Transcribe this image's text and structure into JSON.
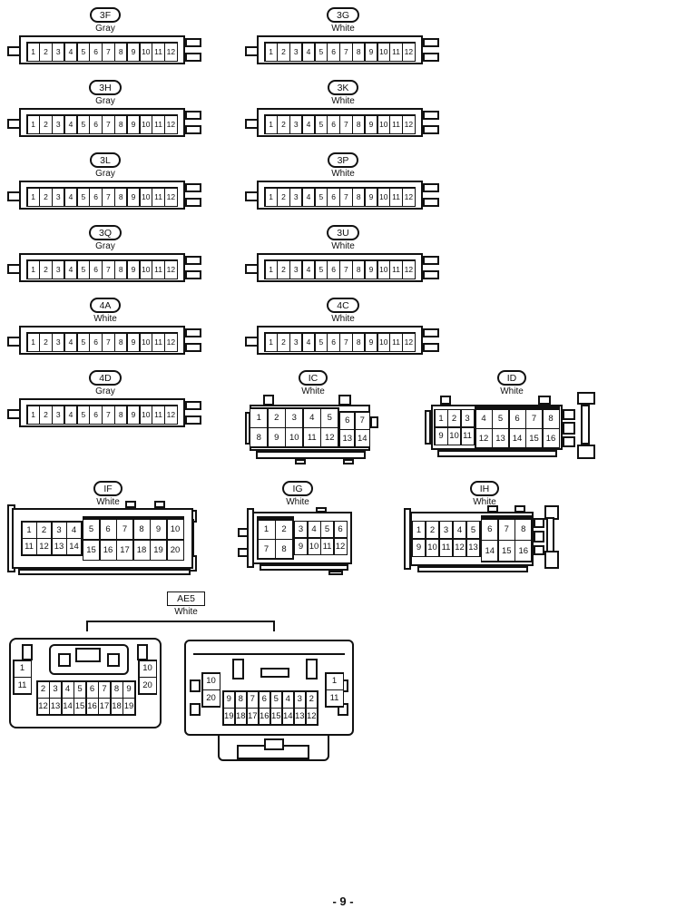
{
  "page": {
    "footer": "- 9 -"
  },
  "strip_connectors": [
    {
      "id": "3F",
      "color": "Gray",
      "pins": [
        "1",
        "2",
        "3",
        "4",
        "5",
        "6",
        "7",
        "8",
        "9",
        "10",
        "11",
        "12"
      ]
    },
    {
      "id": "3G",
      "color": "White",
      "pins": [
        "1",
        "2",
        "3",
        "4",
        "5",
        "6",
        "7",
        "8",
        "9",
        "10",
        "11",
        "12"
      ]
    },
    {
      "id": "3H",
      "color": "Gray",
      "pins": [
        "1",
        "2",
        "3",
        "4",
        "5",
        "6",
        "7",
        "8",
        "9",
        "10",
        "11",
        "12"
      ]
    },
    {
      "id": "3K",
      "color": "White",
      "pins": [
        "1",
        "2",
        "3",
        "4",
        "5",
        "6",
        "7",
        "8",
        "9",
        "10",
        "11",
        "12"
      ]
    },
    {
      "id": "3L",
      "color": "Gray",
      "pins": [
        "1",
        "2",
        "3",
        "4",
        "5",
        "6",
        "7",
        "8",
        "9",
        "10",
        "11",
        "12"
      ]
    },
    {
      "id": "3P",
      "color": "White",
      "pins": [
        "1",
        "2",
        "3",
        "4",
        "5",
        "6",
        "7",
        "8",
        "9",
        "10",
        "11",
        "12"
      ]
    },
    {
      "id": "3Q",
      "color": "Gray",
      "pins": [
        "1",
        "2",
        "3",
        "4",
        "5",
        "6",
        "7",
        "8",
        "9",
        "10",
        "11",
        "12"
      ]
    },
    {
      "id": "3U",
      "color": "White",
      "pins": [
        "1",
        "2",
        "3",
        "4",
        "5",
        "6",
        "7",
        "8",
        "9",
        "10",
        "11",
        "12"
      ]
    },
    {
      "id": "4A",
      "color": "White",
      "pins": [
        "1",
        "2",
        "3",
        "4",
        "5",
        "6",
        "7",
        "8",
        "9",
        "10",
        "11",
        "12"
      ]
    },
    {
      "id": "4C",
      "color": "White",
      "pins": [
        "1",
        "2",
        "3",
        "4",
        "5",
        "6",
        "7",
        "8",
        "9",
        "10",
        "11",
        "12"
      ]
    },
    {
      "id": "4D",
      "color": "Gray",
      "pins": [
        "1",
        "2",
        "3",
        "4",
        "5",
        "6",
        "7",
        "8",
        "9",
        "10",
        "11",
        "12"
      ]
    }
  ],
  "block_connectors": [
    {
      "id": "IC",
      "color": "White",
      "blocks": [
        {
          "rows": [
            [
              "1",
              "2",
              "3",
              "4",
              "5"
            ],
            [
              "8",
              "9",
              "10",
              "11",
              "12"
            ]
          ]
        },
        {
          "rows": [
            [
              "6",
              "7"
            ],
            [
              "13",
              "14"
            ]
          ]
        }
      ]
    },
    {
      "id": "ID",
      "color": "White",
      "blocks": [
        {
          "rows": [
            [
              "1",
              "2",
              "3"
            ],
            [
              "9",
              "10",
              "11"
            ]
          ]
        },
        {
          "rows": [
            [
              "4",
              "5",
              "6",
              "7",
              "8"
            ],
            [
              "12",
              "13",
              "14",
              "15",
              "16"
            ]
          ]
        }
      ]
    },
    {
      "id": "IF",
      "color": "White",
      "blocks": [
        {
          "rows": [
            [
              "1",
              "2",
              "3",
              "4"
            ],
            [
              "11",
              "12",
              "13",
              "14"
            ]
          ]
        },
        {
          "rows": [
            [
              "5",
              "6",
              "7",
              "8",
              "9",
              "10"
            ],
            [
              "15",
              "16",
              "17",
              "18",
              "19",
              "20"
            ]
          ]
        }
      ]
    },
    {
      "id": "IG",
      "color": "White",
      "blocks": [
        {
          "rows": [
            [
              "1",
              "2"
            ],
            [
              "7",
              "8"
            ]
          ]
        },
        {
          "rows": [
            [
              "3",
              "4",
              "5",
              "6"
            ],
            [
              "9",
              "10",
              "11",
              "12"
            ]
          ]
        }
      ]
    },
    {
      "id": "IH",
      "color": "White",
      "blocks": [
        {
          "rows": [
            [
              "1",
              "2",
              "3",
              "4",
              "5"
            ],
            [
              "9",
              "10",
              "11",
              "12",
              "13"
            ]
          ]
        },
        {
          "rows": [
            [
              "6",
              "7",
              "8"
            ],
            [
              "14",
              "15",
              "16"
            ]
          ]
        }
      ]
    }
  ],
  "ae5": {
    "id": "AE5",
    "color": "White",
    "left_view": {
      "left_column": [
        "1",
        "11"
      ],
      "grid_rows": [
        [
          "2",
          "3",
          "4",
          "5",
          "6",
          "7",
          "8",
          "9"
        ],
        [
          "12",
          "13",
          "14",
          "15",
          "16",
          "17",
          "18",
          "19"
        ]
      ],
      "right_column": [
        "10",
        "20"
      ]
    },
    "right_view": {
      "left_column": [
        "10",
        "20"
      ],
      "grid_rows": [
        [
          "9",
          "8",
          "7",
          "6",
          "5",
          "4",
          "3",
          "2"
        ],
        [
          "19",
          "18",
          "17",
          "16",
          "15",
          "14",
          "13",
          "12"
        ]
      ],
      "right_column": [
        "1",
        "11"
      ]
    }
  }
}
